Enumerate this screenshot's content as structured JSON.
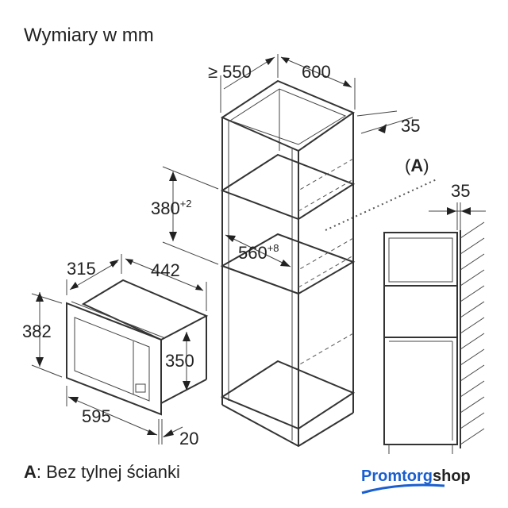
{
  "title": "Wymiary w mm",
  "cabinet": {
    "depth": "≥ 550",
    "width": "600",
    "side_gap": "35",
    "niche_height": "380",
    "niche_height_tol": "+2",
    "niche_width": "560",
    "niche_width_tol": "+8"
  },
  "side_view": {
    "label_open": "(",
    "label": "A",
    "label_close": ")",
    "gap": "35"
  },
  "appliance": {
    "depth": "315",
    "width_back": "442",
    "height": "382",
    "inner_height": "350",
    "width": "595",
    "frame": "20"
  },
  "footnote": {
    "key": "A",
    "text": ": Bez tylnej ścianki"
  },
  "logo": {
    "part1": "Promtorg",
    "part2": "shop",
    "color1": "#1a5fd0",
    "color2": "#222222"
  }
}
